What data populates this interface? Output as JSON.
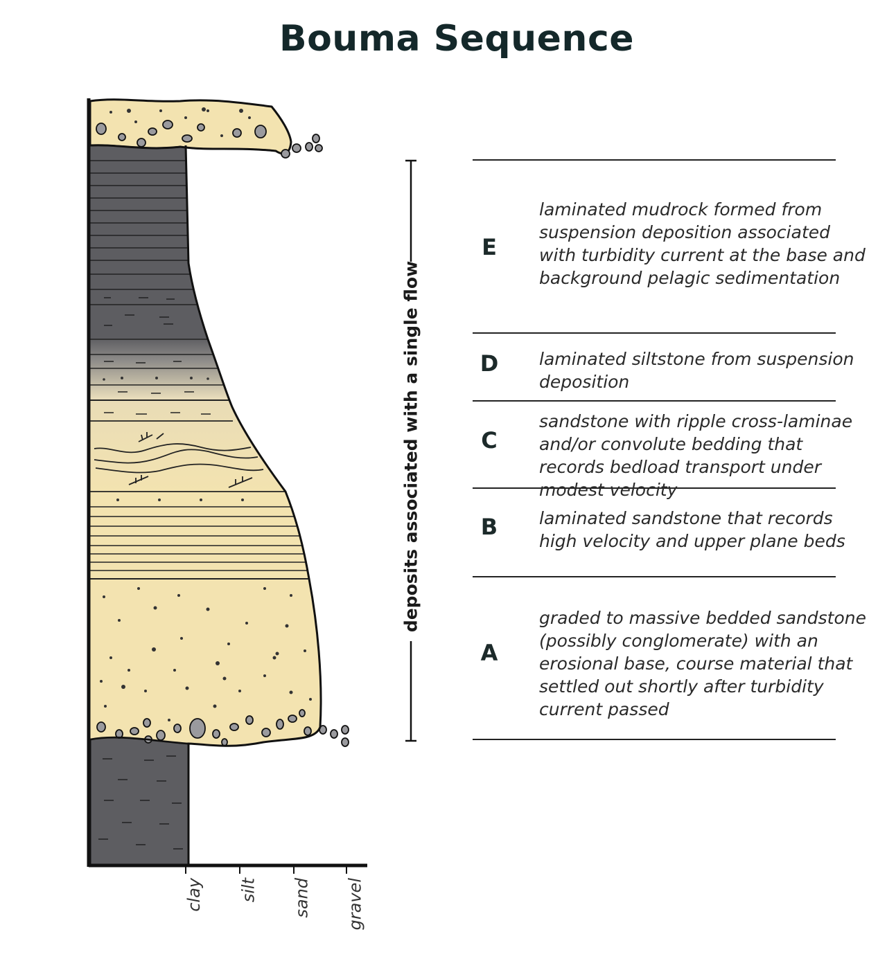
{
  "title": "Bouma Sequence",
  "flow_label": "deposits associated with a single flow",
  "grain_axis": [
    "clay",
    "silt",
    "sand",
    "gravel"
  ],
  "units": [
    {
      "letter": "E",
      "description": "laminated mudrock formed from suspension deposition associated with turbidity current at the base and background pelagic sedimentation"
    },
    {
      "letter": "D",
      "description": "laminated siltstone from suspension deposition"
    },
    {
      "letter": "C",
      "description": "sandstone with ripple cross-laminae and/or convolute bedding that records bedload transport under modest velocity"
    },
    {
      "letter": "B",
      "description": "laminated sandstone that records high velocity and upper plane beds"
    },
    {
      "letter": "A",
      "description": "graded to massive bedded sandstone (possibly conglomerate) with an erosional base, course material that settled out shortly after turbidity current passed"
    }
  ],
  "colors": {
    "sand": "#f3e3b0",
    "mud": "#5d5d61",
    "silt": "#b4afa3",
    "pebble": "#9a9a9e",
    "title": "#14282a"
  }
}
